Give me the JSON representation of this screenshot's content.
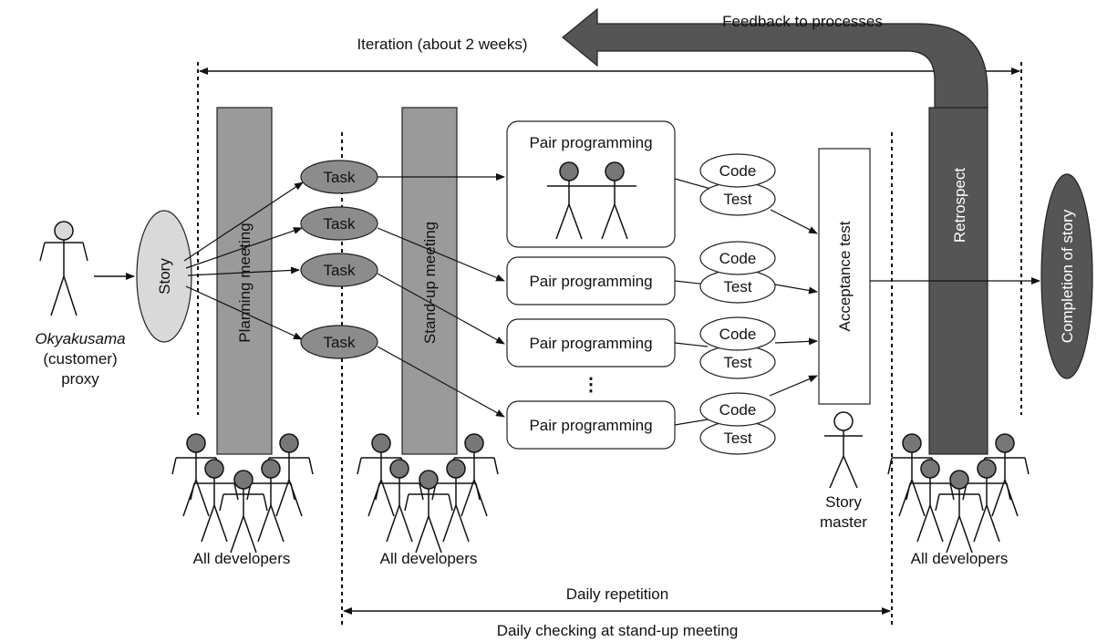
{
  "labels": {
    "feedback": "Feedback to processes",
    "iteration": "Iteration (about 2 weeks)",
    "customer_italic": "Okyakusama",
    "customer_line2": "(customer)",
    "customer_line3": "proxy",
    "story": "Story",
    "planning_meeting": "Planning meeting",
    "task": "Task",
    "standup_meeting": "Stand-up meeting",
    "pair_programming": "Pair programming",
    "code": "Code",
    "test": "Test",
    "acceptance_test": "Acceptance test",
    "retrospect": "Retrospect",
    "completion": "Completion of story",
    "all_developers": "All developers",
    "story_master_1": "Story",
    "story_master_2": "master",
    "daily_repetition": "Daily repetition",
    "daily_checking": "Daily checking at stand-up meeting",
    "ellipsis": "⋮"
  },
  "colors": {
    "light_gray": "#d9d9d9",
    "mid_gray": "#9a9a9a",
    "task_gray": "#8c8c8c",
    "dark_gray": "#555555",
    "head_gray": "#777777",
    "line": "#111111"
  }
}
